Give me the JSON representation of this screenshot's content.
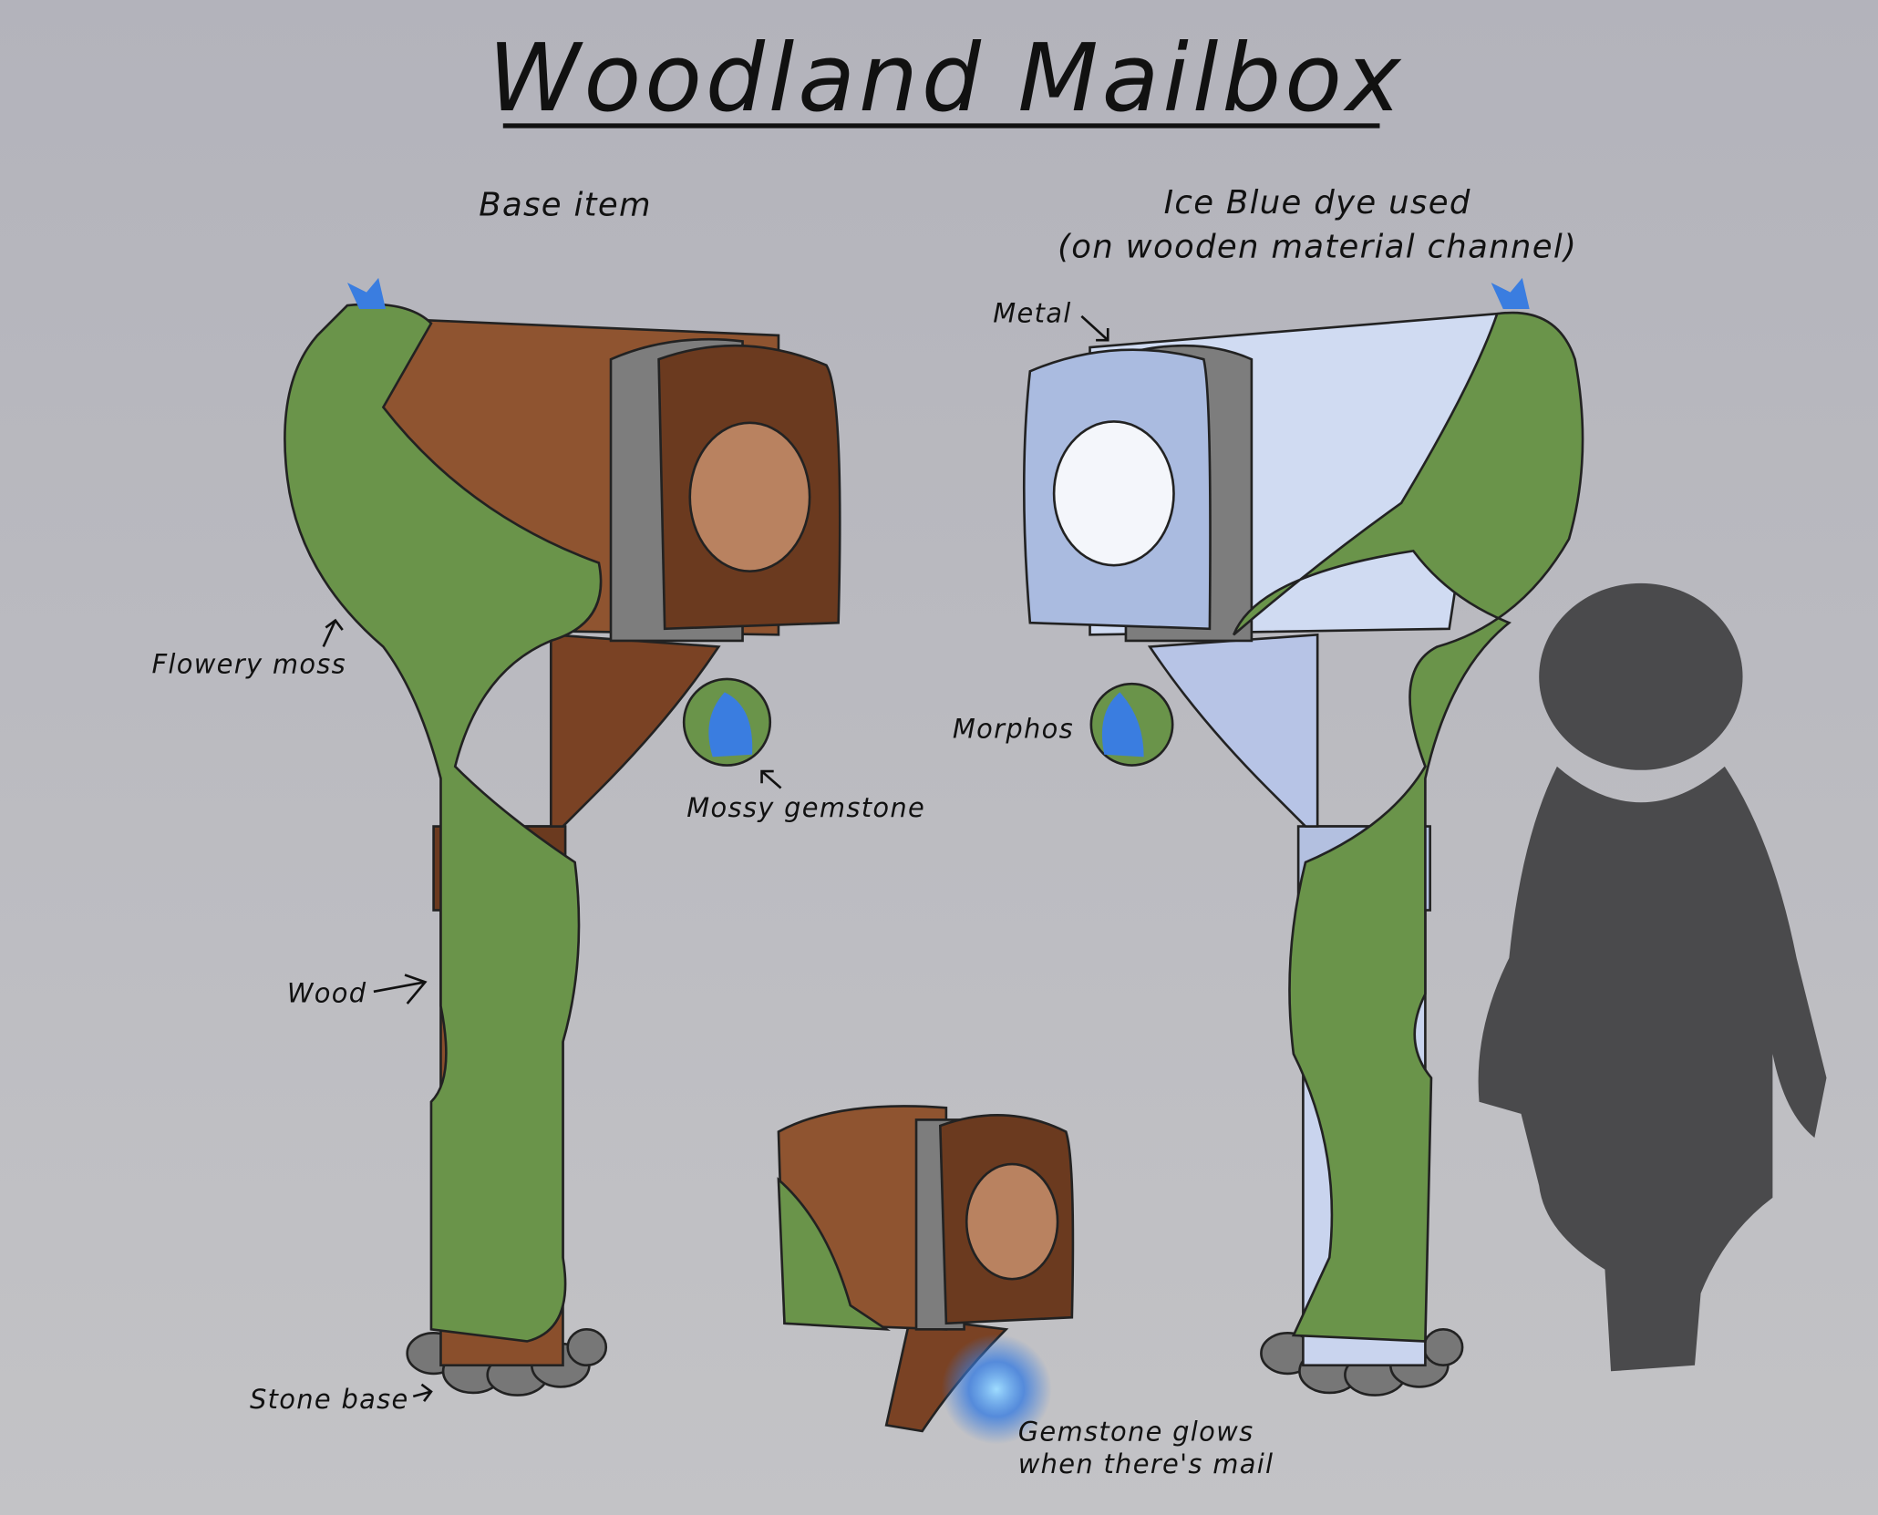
{
  "title": "Woodland Mailbox",
  "sections": {
    "base": "Base item",
    "dyed_line1": "Ice Blue dye used",
    "dyed_line2": "(on wooden material channel)"
  },
  "annotations": {
    "flowery_moss": "Flowery moss",
    "wood": "Wood",
    "stone_base": "Stone base",
    "mossy_gemstone": "Mossy gemstone",
    "metal": "Metal",
    "morphos": "Morphos",
    "glow_line1": "Gemstone glows",
    "glow_line2": "when there's mail"
  },
  "colors": {
    "wood": "#8a4f2c",
    "wood_dark": "#6b3a1f",
    "moss": "#6a944a",
    "metal": "#7d7d7d",
    "ice_blue": "#c9d4ee",
    "gem_blue": "#3a7de0",
    "silhouette": "#4a4a4c",
    "stone": "#777777"
  }
}
